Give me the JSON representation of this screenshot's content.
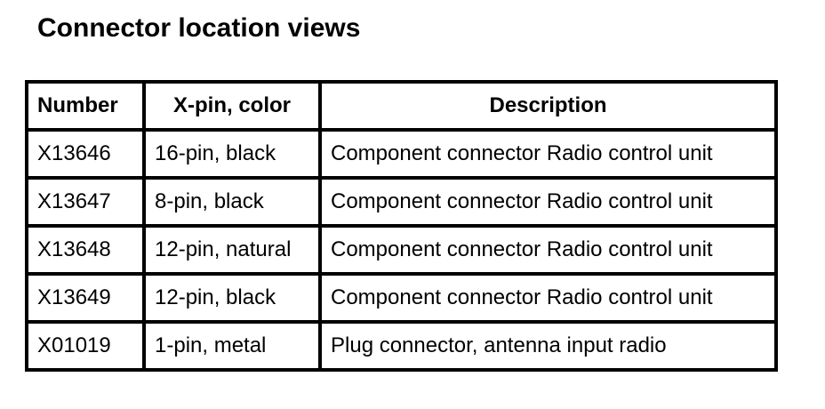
{
  "title": "Connector location views",
  "table": {
    "headers": {
      "number": "Number",
      "pin_color": "X-pin, color",
      "description": "Description"
    },
    "rows": [
      {
        "number": "X13646",
        "pin_color": "16-pin, black",
        "description": "Component connector Radio control unit"
      },
      {
        "number": "X13647",
        "pin_color": "8-pin, black",
        "description": "Component connector Radio control unit"
      },
      {
        "number": "X13648",
        "pin_color": "12-pin, natural",
        "description": "Component connector Radio control unit"
      },
      {
        "number": "X13649",
        "pin_color": "12-pin, black",
        "description": "Component connector Radio control unit"
      },
      {
        "number": "X01019",
        "pin_color": "1-pin, metal",
        "description": "Plug connector, antenna input radio"
      }
    ]
  }
}
